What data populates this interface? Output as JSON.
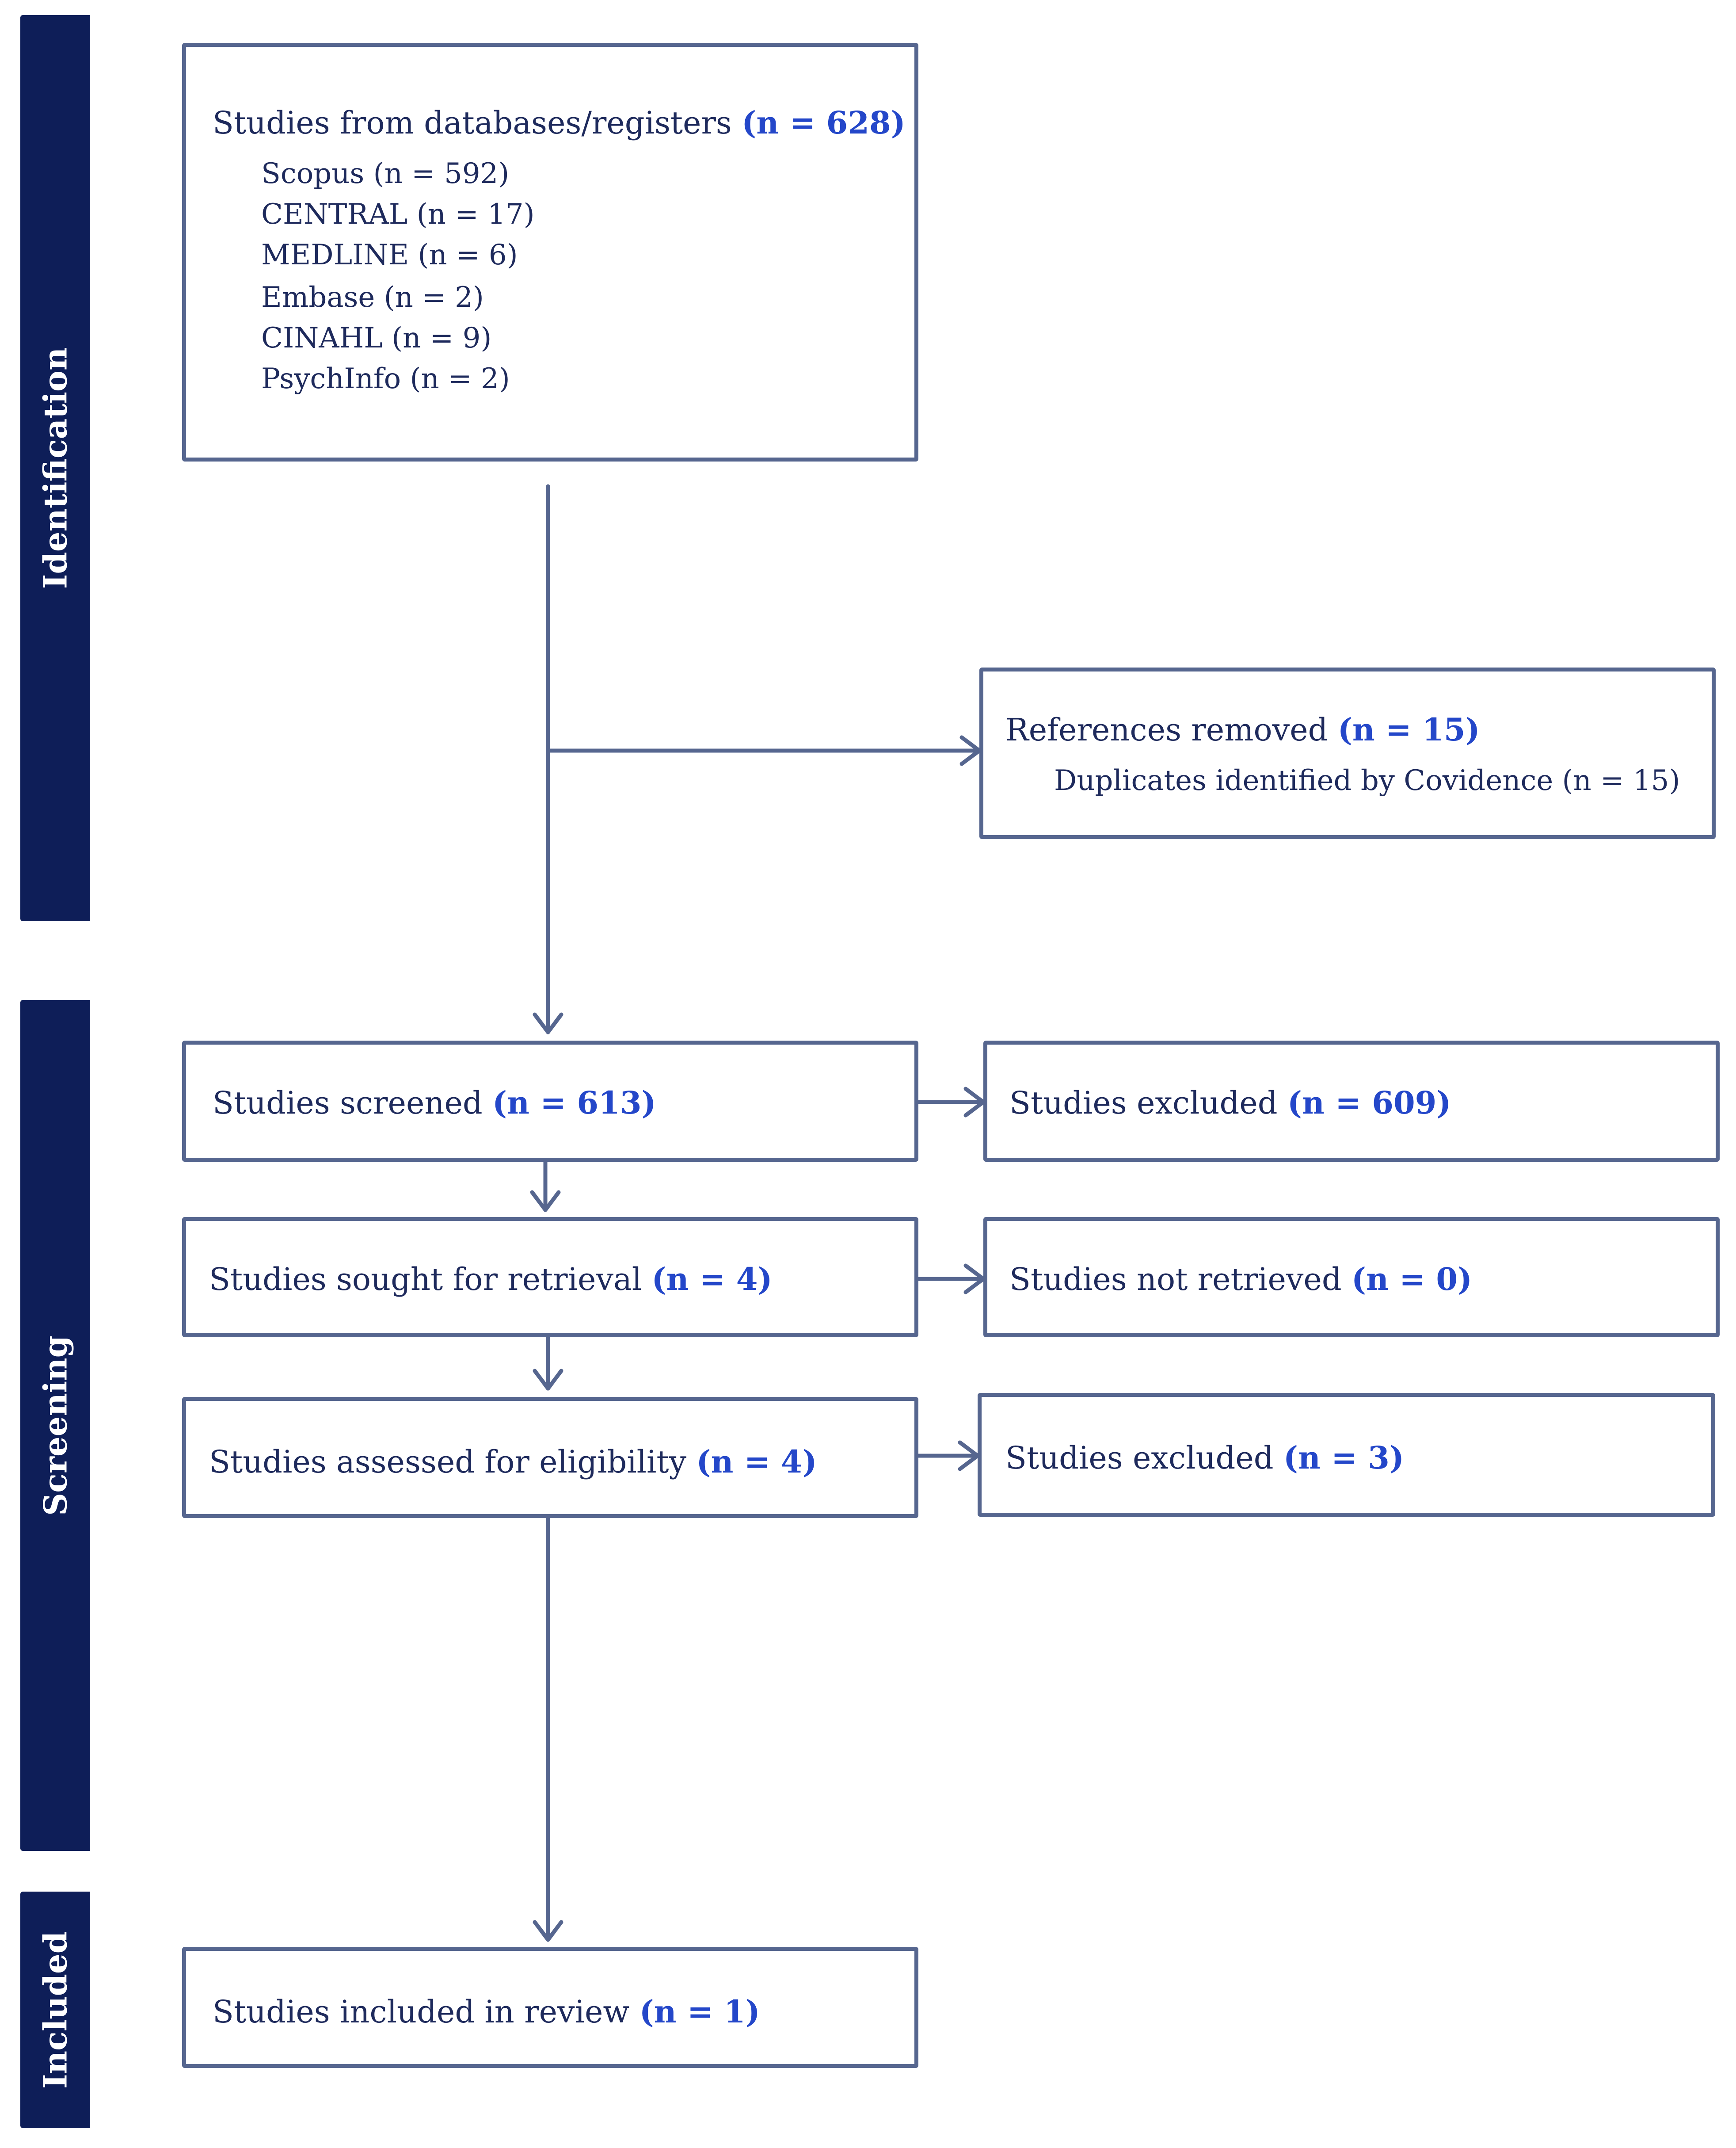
{
  "stages": {
    "identification": "Identification",
    "screening": "Screening",
    "included": "Included"
  },
  "identification": {
    "title": "Studies from databases/registers",
    "title_n": "(n = 628)",
    "sources": [
      "Scopus (n = 592)",
      "CENTRAL (n = 17)",
      "MEDLINE (n = 6)",
      "Embase (n = 2)",
      "CINAHL (n = 9)",
      "PsychInfo (n = 2)"
    ]
  },
  "removed": {
    "title": "References removed",
    "title_n": "(n = 15)",
    "detail": "Duplicates identified by Covidence (n = 15)"
  },
  "screened": {
    "label": "Studies screened",
    "n": "(n = 613)"
  },
  "screened_excluded": {
    "label": "Studies excluded",
    "n": "(n = 609)"
  },
  "retrieval": {
    "label": "Studies sought for retrieval",
    "n": "(n = 4)"
  },
  "not_retrieved": {
    "label": "Studies not retrieved",
    "n": "(n = 0)"
  },
  "eligibility": {
    "label": "Studies assessed for eligibility",
    "n": "(n = 4)"
  },
  "eligibility_excluded": {
    "label": "Studies excluded",
    "n": "(n = 3)"
  },
  "included": {
    "label": "Studies included in review",
    "n": "(n = 1)"
  },
  "colors": {
    "stage_bar": "#0e1e58",
    "box_border": "#56668f",
    "count_text": "#2447c9",
    "body_text": "#1e2a5c"
  }
}
